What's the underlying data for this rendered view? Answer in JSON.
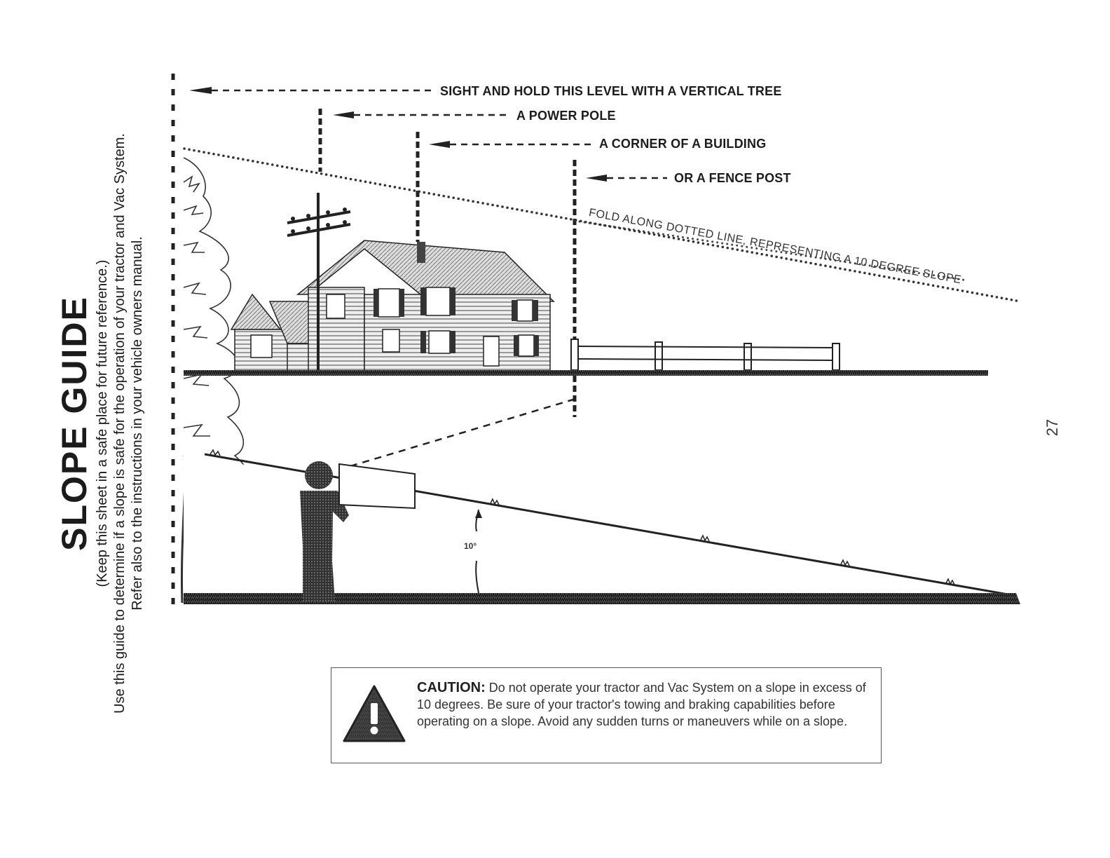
{
  "sidebar": {
    "title": "SLOPE GUIDE",
    "subtitle": "(Keep this sheet in a safe place for future reference.)",
    "line1": "Use this guide to determine if a slope is safe for the operation of your tractor and Vac System.",
    "line2": "Refer also to the instructions in your vehicle owners manual."
  },
  "labels": {
    "tree": "SIGHT AND HOLD THIS LEVEL WITH A VERTICAL TREE",
    "pole": "A POWER POLE",
    "building": "A CORNER OF A BUILDING",
    "fence": "OR A FENCE POST",
    "fold": "FOLD ALONG DOTTED LINE, REPRESENTING A 10 DEGREE SLOPE",
    "angle": "10°"
  },
  "caution": {
    "heading": "CAUTION:",
    "text": "Do not operate your tractor and Vac System on a slope in excess of 10 degrees. Be sure of your tractor's towing and braking capabilities before operating on a slope. Avoid any sudden turns or maneuvers while on a slope.",
    "icon": "warning-triangle-icon"
  },
  "page_number": "27"
}
